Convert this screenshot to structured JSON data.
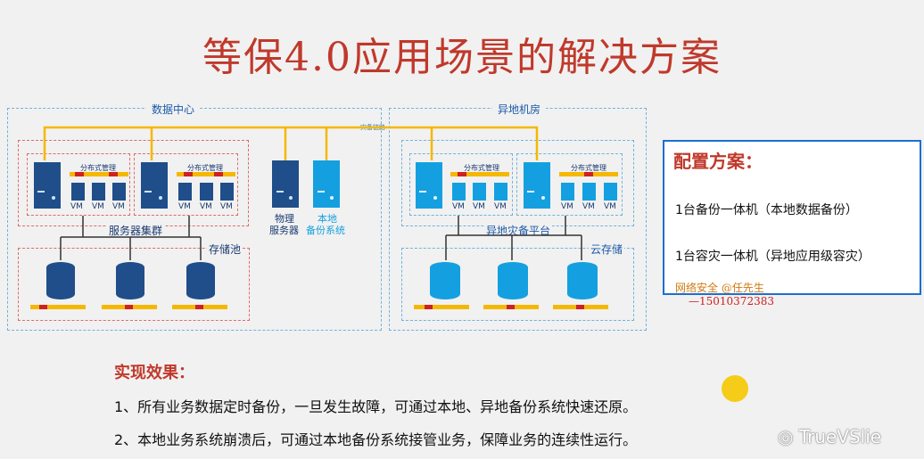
{
  "title": "等保4.0应用场景的解决方案",
  "diagram": {
    "datacenter": {
      "label": "数据中心",
      "cluster_label": "服务器集群",
      "storage_label": "存储池",
      "mgmt_label": "分布式管理",
      "vm_label": "VM",
      "physical_server": [
        "物理",
        "服务器"
      ],
      "local_backup": [
        "本地",
        "备份系统"
      ]
    },
    "link_label": "灾备链路",
    "remote": {
      "label": "异地机房",
      "platform_label": "异地灾备平台",
      "cloud_label": "云存储",
      "mgmt_label": "分布式管理",
      "vm_label": "VM"
    }
  },
  "config": {
    "title": "配置方案：",
    "line1": "1台备份一体机（本地数据备份）",
    "line2": "1台容灾一体机（异地应用级容灾）"
  },
  "credit": {
    "line1": "网络安全 @任先生",
    "line2": "—15010372383"
  },
  "effects": {
    "title": "实现效果：",
    "item1": "1、所有业务数据定时备份，一旦发生故障，可通过本地、异地备份系统快速还原。",
    "item2": "2、本地业务系统崩溃后，可通过本地备份系统接管业务，保障业务的连续性运行。"
  },
  "watermark": "TrueVSlie",
  "colors": {
    "title_red": "#c0392b",
    "navy": "#1f4e8a",
    "cyan": "#14a0e0",
    "yellow_line": "#f5b800",
    "config_border": "#1d6fd0"
  }
}
